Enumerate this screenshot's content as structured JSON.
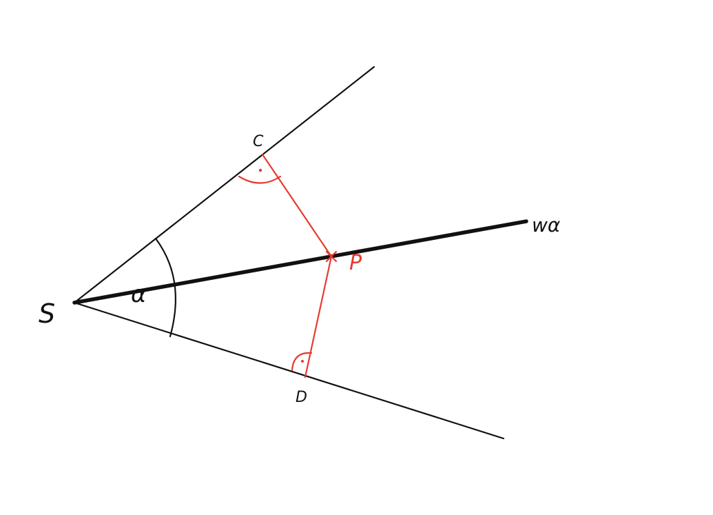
{
  "diagram": {
    "labels": {
      "vertex": "S",
      "angle": "α",
      "foot_upper": "C",
      "foot_lower": "D",
      "point": "P",
      "bisector": "wα"
    },
    "colors": {
      "lines": "#111111",
      "construction": "#e53a2e",
      "background": "#ffffff"
    }
  }
}
